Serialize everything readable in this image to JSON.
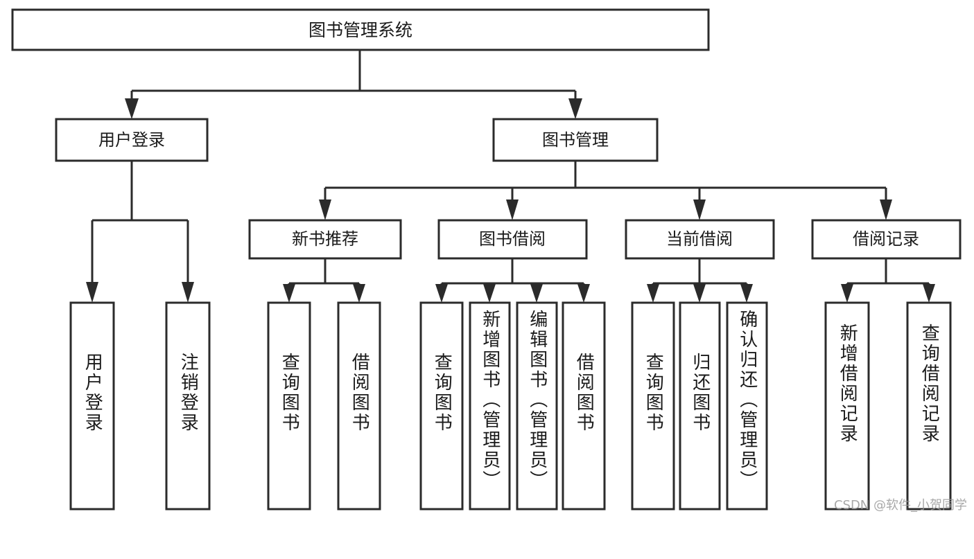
{
  "diagram": {
    "type": "tree-hierarchy",
    "title": "图书管理系统",
    "orientation": "top-down",
    "background_color": "#ffffff",
    "line_color": "#2b2b2b",
    "text_color": "#1a1a1a",
    "root": {
      "label": "图书管理系统"
    },
    "level2": [
      {
        "id": "user-login",
        "label": "用户登录"
      },
      {
        "id": "book-management",
        "label": "图书管理"
      }
    ],
    "level3": [
      {
        "id": "new-book-recommend",
        "label": "新书推荐",
        "parent": "book-management"
      },
      {
        "id": "book-borrow",
        "label": "图书借阅",
        "parent": "book-management"
      },
      {
        "id": "current-borrow",
        "label": "当前借阅",
        "parent": "book-management"
      },
      {
        "id": "borrow-record",
        "label": "借阅记录",
        "parent": "book-management"
      }
    ],
    "leaves": [
      {
        "id": "leaf-user-login",
        "label": "用户登录",
        "parent": "user-login"
      },
      {
        "id": "leaf-logout-login",
        "label": "注销登录",
        "parent": "user-login"
      },
      {
        "id": "leaf-query-book-1",
        "label": "查询图书",
        "parent": "new-book-recommend"
      },
      {
        "id": "leaf-borrow-book-1",
        "label": "借阅图书",
        "parent": "new-book-recommend"
      },
      {
        "id": "leaf-query-book-2",
        "label": "查询图书",
        "parent": "book-borrow"
      },
      {
        "id": "leaf-add-book-admin",
        "label": "新增图书（管理员）",
        "parent": "book-borrow"
      },
      {
        "id": "leaf-edit-book-admin",
        "label": "编辑图书（管理员）",
        "parent": "book-borrow"
      },
      {
        "id": "leaf-borrow-book-2",
        "label": "借阅图书",
        "parent": "book-borrow"
      },
      {
        "id": "leaf-query-book-3",
        "label": "查询图书",
        "parent": "current-borrow"
      },
      {
        "id": "leaf-return-book",
        "label": "归还图书",
        "parent": "current-borrow"
      },
      {
        "id": "leaf-confirm-return-admin",
        "label": "确认归还（管理员）",
        "parent": "current-borrow"
      },
      {
        "id": "leaf-add-borrow-record",
        "label": "新增借阅记录",
        "parent": "borrow-record"
      },
      {
        "id": "leaf-query-borrow-record",
        "label": "查询借阅记录",
        "parent": "borrow-record"
      }
    ]
  },
  "watermark": {
    "text": "CSDN @软件_小贺同学"
  }
}
